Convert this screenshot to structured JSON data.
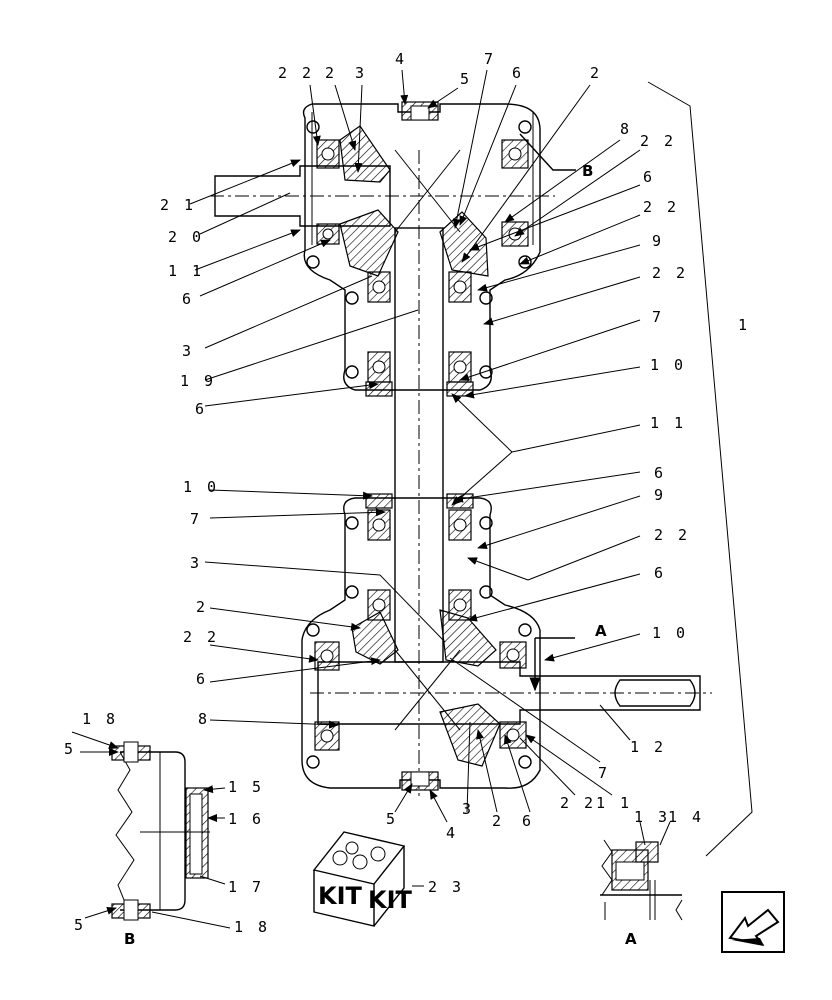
{
  "callouts": {
    "c22a": "2 2",
    "c2a": "2",
    "c3a": "3",
    "c4a": "4",
    "c5a": "5",
    "c7a": "7",
    "c6a": "6",
    "c2b": "2",
    "c8a": "8",
    "c22b": "2 2",
    "c6b": "6",
    "c22c": "2 2",
    "c9a": "9",
    "c22d": "2 2",
    "c7b": "7",
    "c10a": "1 0",
    "c11a": "1 1",
    "c6c": "6",
    "c9b": "9",
    "c22e": "2 2",
    "c6d": "6",
    "c10b": "1 0",
    "c1": "1",
    "c21": "2 1",
    "c20": "2 0",
    "c11b": "1 1",
    "c6e": "6",
    "c3b": "3",
    "c19": "1 9",
    "c6f": "6",
    "c10c": "1 0",
    "c7c": "7",
    "c3c": "3",
    "c2c": "2",
    "c22f": "2 2",
    "c6g": "6",
    "c8b": "8",
    "c12": "1 2",
    "c7d": "7",
    "c22g": "2 2",
    "c11c": "1 1",
    "c6h": "6",
    "c2d": "2",
    "c3d": "3",
    "c5b": "5",
    "c4b": "4",
    "c18a": "1 8",
    "c5c": "5",
    "c15": "1 5",
    "c16": "1 6",
    "c17": "1 7",
    "c5d": "5",
    "c18b": "1 8",
    "c23": "2 3",
    "c13": "1 3",
    "c14": "1 4"
  },
  "section_markers": {
    "b_main": "B",
    "a_main": "A",
    "b_detail": "B",
    "a_detail": "A"
  },
  "kit_box": {
    "left": "KIT",
    "right": "KIT"
  },
  "icons": {
    "nav_arrow": "arrow-back-icon"
  }
}
